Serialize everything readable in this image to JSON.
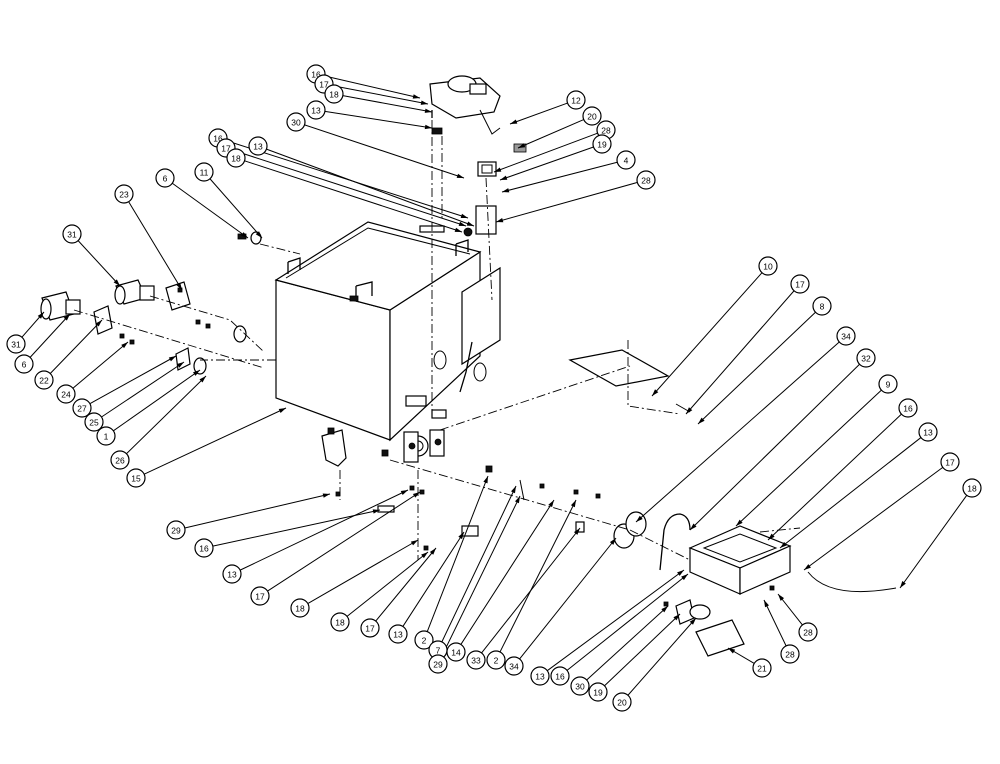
{
  "callouts": [
    {
      "label": "16"
    },
    {
      "label": "17"
    },
    {
      "label": "18"
    },
    {
      "label": "13"
    },
    {
      "label": "30"
    },
    {
      "label": "16"
    },
    {
      "label": "17"
    },
    {
      "label": "18"
    },
    {
      "label": "13"
    },
    {
      "label": "6"
    },
    {
      "label": "11"
    },
    {
      "label": "23"
    },
    {
      "label": "31"
    },
    {
      "label": "31"
    },
    {
      "label": "6"
    },
    {
      "label": "22"
    },
    {
      "label": "24"
    },
    {
      "label": "27"
    },
    {
      "label": "25"
    },
    {
      "label": "1"
    },
    {
      "label": "26"
    },
    {
      "label": "15"
    },
    {
      "label": "29"
    },
    {
      "label": "16"
    },
    {
      "label": "13"
    },
    {
      "label": "17"
    },
    {
      "label": "18"
    },
    {
      "label": "18"
    },
    {
      "label": "17"
    },
    {
      "label": "13"
    },
    {
      "label": "2"
    },
    {
      "label": "7"
    },
    {
      "label": "29"
    },
    {
      "label": "14"
    },
    {
      "label": "33"
    },
    {
      "label": "2"
    },
    {
      "label": "34"
    },
    {
      "label": "13"
    },
    {
      "label": "16"
    },
    {
      "label": "30"
    },
    {
      "label": "19"
    },
    {
      "label": "20"
    },
    {
      "label": "21"
    },
    {
      "label": "28"
    },
    {
      "label": "28"
    },
    {
      "label": "18"
    },
    {
      "label": "17"
    },
    {
      "label": "13"
    },
    {
      "label": "16"
    },
    {
      "label": "9"
    },
    {
      "label": "32"
    },
    {
      "label": "34"
    },
    {
      "label": "8"
    },
    {
      "label": "17"
    },
    {
      "label": "10"
    },
    {
      "label": "12"
    },
    {
      "label": "20"
    },
    {
      "label": "28"
    },
    {
      "label": "19"
    },
    {
      "label": "4"
    },
    {
      "label": "28"
    }
  ]
}
